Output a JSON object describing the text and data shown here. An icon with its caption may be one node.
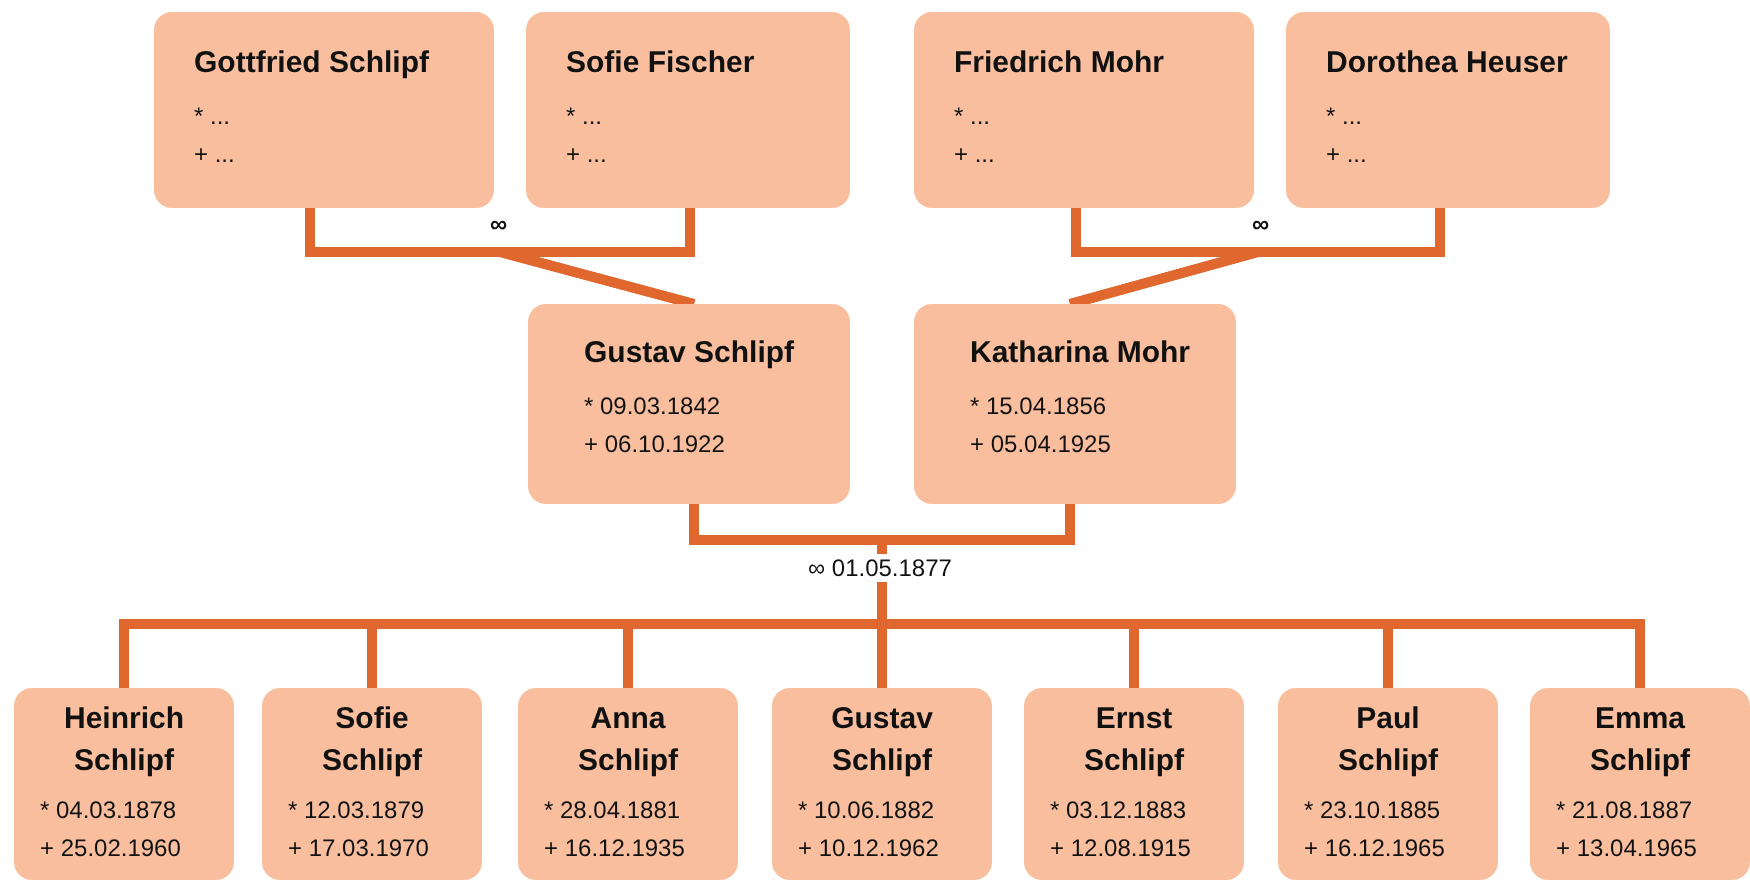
{
  "diagram": {
    "nodes": [
      {
        "text": [
          "Gottfried Schlipf",
          "* ...",
          "+ ..."
        ]
      },
      {
        "text": [
          "Sofie Fischer",
          "* ...",
          "+ ..."
        ]
      },
      {
        "text": [
          "Friedrich Mohr",
          "* ...",
          "+ ..."
        ]
      },
      {
        "text": [
          "Dorothea Heuser",
          "* ...",
          "+ ..."
        ]
      },
      {
        "text": [
          "Gustav Schlipf",
          "* 09.03.1842",
          "+ 06.10.1922"
        ]
      },
      {
        "text": [
          "Katharina Mohr",
          "* 15.04.1856",
          "+ 05.04.1925"
        ]
      },
      {
        "text": [
          "Heinrich Schlipf",
          "* 04.03.1878",
          "+ 25.02.1960"
        ]
      },
      {
        "text": [
          "Sofie Schlipf",
          "* 12.03.1879",
          "+ 17.03.1970"
        ]
      },
      {
        "text": [
          "Anna Schlipf",
          "* 28.04.1881",
          "+ 16.12.1935"
        ]
      },
      {
        "text": [
          "Gustav Schlipf",
          "* 10.06.1882",
          "+ 10.12.1962"
        ]
      },
      {
        "text": [
          "Ernst Schlipf",
          "* 03.12.1883",
          "+ 12.08.1915"
        ]
      },
      {
        "text": [
          "Paul Schlipf",
          "* 23.10.1885",
          "+ 16.12.1965"
        ]
      },
      {
        "text": [
          "Emma Schlipf",
          "* 21.08.1887",
          "+ 13.04.1965"
        ]
      }
    ],
    "edges": [
      {
        "from": 0,
        "to": 4,
        "arrow": "none"
      },
      {
        "from": 1,
        "to": 4,
        "arrow": "none"
      },
      {
        "from": 2,
        "to": 5,
        "arrow": "none"
      },
      {
        "from": 3,
        "to": 5,
        "arrow": "none"
      },
      {
        "from": 4,
        "to": 6,
        "arrow": "none"
      },
      {
        "from": 5,
        "to": 6,
        "arrow": "none"
      },
      {
        "from": 4,
        "to": 7,
        "arrow": "none"
      },
      {
        "from": 5,
        "to": 7,
        "arrow": "none"
      },
      {
        "from": 4,
        "to": 8,
        "arrow": "none"
      },
      {
        "from": 5,
        "to": 8,
        "arrow": "none"
      },
      {
        "from": 4,
        "to": 9,
        "arrow": "none"
      },
      {
        "from": 5,
        "to": 9,
        "arrow": "none"
      },
      {
        "from": 4,
        "to": 10,
        "arrow": "none"
      },
      {
        "from": 5,
        "to": 10,
        "arrow": "none"
      },
      {
        "from": 4,
        "to": 11,
        "arrow": "none"
      },
      {
        "from": 5,
        "to": 11,
        "arrow": "none"
      },
      {
        "from": 4,
        "to": 12,
        "arrow": "none"
      },
      {
        "from": 5,
        "to": 12,
        "arrow": "none"
      }
    ],
    "labels": [
      "∞",
      "∞",
      "∞ 01.05.1877"
    ]
  }
}
